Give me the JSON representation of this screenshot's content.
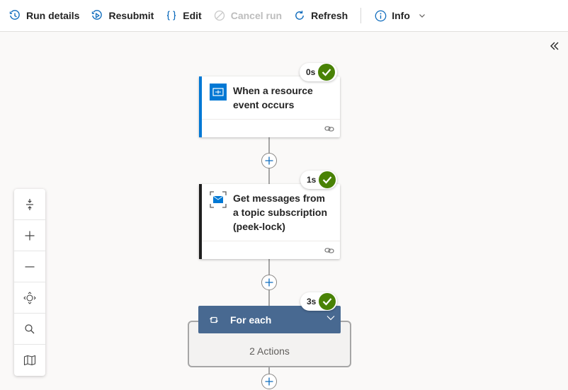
{
  "toolbar": {
    "run_details": "Run details",
    "resubmit": "Resubmit",
    "edit": "Edit",
    "cancel_run": "Cancel run",
    "refresh": "Refresh",
    "info": "Info"
  },
  "steps": [
    {
      "title": "When a resource event occurs",
      "duration": "0s",
      "status": "succeeded",
      "accent": "#0078d4"
    },
    {
      "title": "Get messages from a topic subscription (peek-lock)",
      "duration": "1s",
      "status": "succeeded",
      "accent": "#1f1f1f"
    }
  ],
  "for_each": {
    "title": "For each",
    "duration": "3s",
    "status": "succeeded",
    "actions": "2 Actions",
    "header_color": "#486991"
  },
  "zoom_controls": [
    "fit-vertical-icon",
    "zoom-in-icon",
    "zoom-out-icon",
    "center-icon",
    "search-icon",
    "minimap-icon"
  ],
  "colors": {
    "success": "#498205",
    "accent_blue": "#0078d4"
  }
}
